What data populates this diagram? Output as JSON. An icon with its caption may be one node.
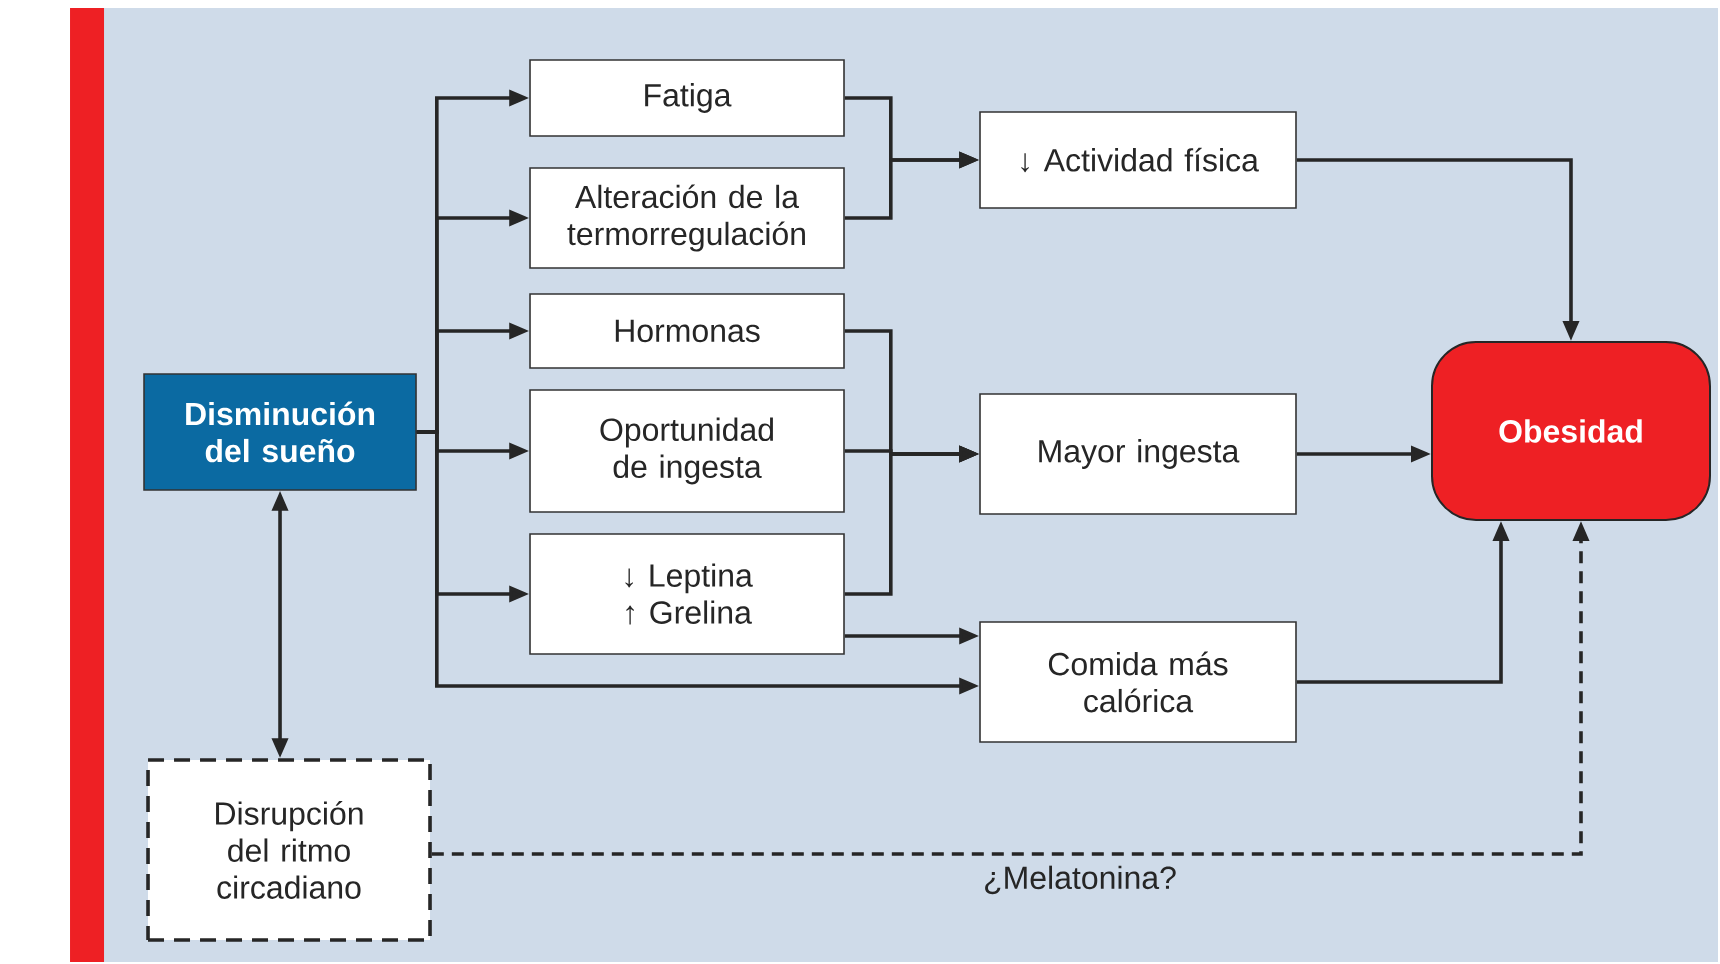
{
  "diagram": {
    "nodes": [
      {
        "text": [
          "Disminución del sueño"
        ]
      },
      {
        "text": [
          "Fatiga"
        ]
      },
      {
        "text": [
          "Alteración de la termorregulación"
        ]
      },
      {
        "text": [
          "Hormonas"
        ]
      },
      {
        "text": [
          "Oportunidad de ingesta"
        ]
      },
      {
        "text": [
          "↓ Leptina ↑ Grelina"
        ]
      },
      {
        "text": [
          "↓ Actividad física"
        ]
      },
      {
        "text": [
          "Mayor ingesta"
        ]
      },
      {
        "text": [
          "Comida más calórica"
        ]
      },
      {
        "text": [
          "Obesidad"
        ]
      },
      {
        "text": [
          "Disrupción del ritmo circadiano"
        ]
      },
      {
        "text": [],
        "shape": "bar"
      }
    ],
    "edges": [
      {
        "from": 0,
        "to": 1,
        "arrow": "to"
      },
      {
        "from": 0,
        "to": 2,
        "arrow": "to"
      },
      {
        "from": 0,
        "to": 3,
        "arrow": "to"
      },
      {
        "from": 0,
        "to": 4,
        "arrow": "to"
      },
      {
        "from": 0,
        "to": 5,
        "arrow": "to"
      },
      {
        "from": 0,
        "to": 8,
        "arrow": "to"
      },
      {
        "from": 1,
        "to": 6,
        "arrow": "to"
      },
      {
        "from": 2,
        "to": 6,
        "arrow": "to"
      },
      {
        "from": 3,
        "to": 7,
        "arrow": "to"
      },
      {
        "from": 4,
        "to": 7,
        "arrow": "to"
      },
      {
        "from": 5,
        "to": 7,
        "arrow": "to"
      },
      {
        "from": 5,
        "to": 8,
        "arrow": "to"
      },
      {
        "from": 6,
        "to": 9,
        "arrow": "to"
      },
      {
        "from": 7,
        "to": 9,
        "arrow": "to"
      },
      {
        "from": 8,
        "to": 9,
        "arrow": "to"
      },
      {
        "from": 0,
        "to": 10,
        "arrow": "both"
      },
      {
        "from": 10,
        "to": 9,
        "arrow": "to",
        "style": "dashed",
        "label": "¿Melatonina?"
      }
    ]
  }
}
